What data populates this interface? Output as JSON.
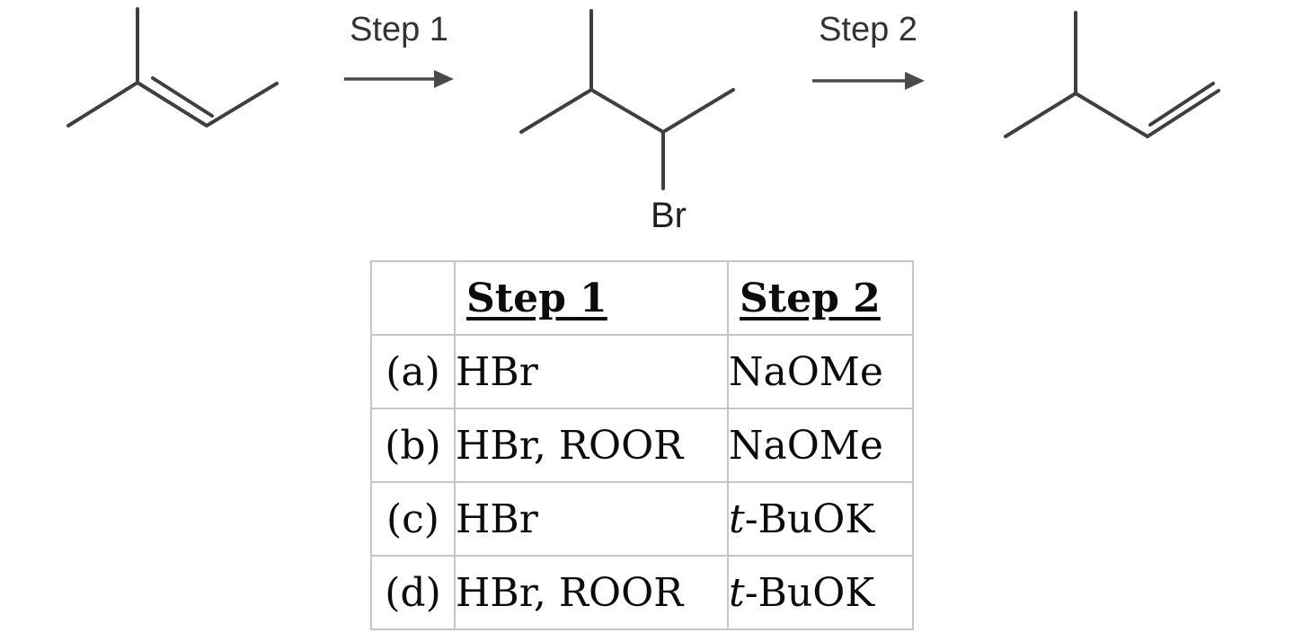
{
  "scheme": {
    "step1_label": "Step 1",
    "step2_label": "Step 2",
    "br_label": "Br"
  },
  "table": {
    "headers": [
      "",
      "Step 1",
      "Step 2"
    ],
    "rows": [
      {
        "label": "(a)",
        "step1": "HBr",
        "step2_prefix": "",
        "step2_rest": "NaOMe"
      },
      {
        "label": "(b)",
        "step1": "HBr, ROOR",
        "step2_prefix": "",
        "step2_rest": "NaOMe"
      },
      {
        "label": "(c)",
        "step1": "HBr",
        "step2_prefix": "t",
        "step2_rest": "-BuOK"
      },
      {
        "label": "(d)",
        "step1": "HBr, ROOR",
        "step2_prefix": "t",
        "step2_rest": "-BuOK"
      }
    ]
  },
  "colors": {
    "structure_line": "#3f3f3f",
    "arrow": "#4a4a4a",
    "label_text": "#333333",
    "table_border": "#c6c6c6",
    "table_text": "#0c0c0c",
    "background": "#ffffff"
  }
}
